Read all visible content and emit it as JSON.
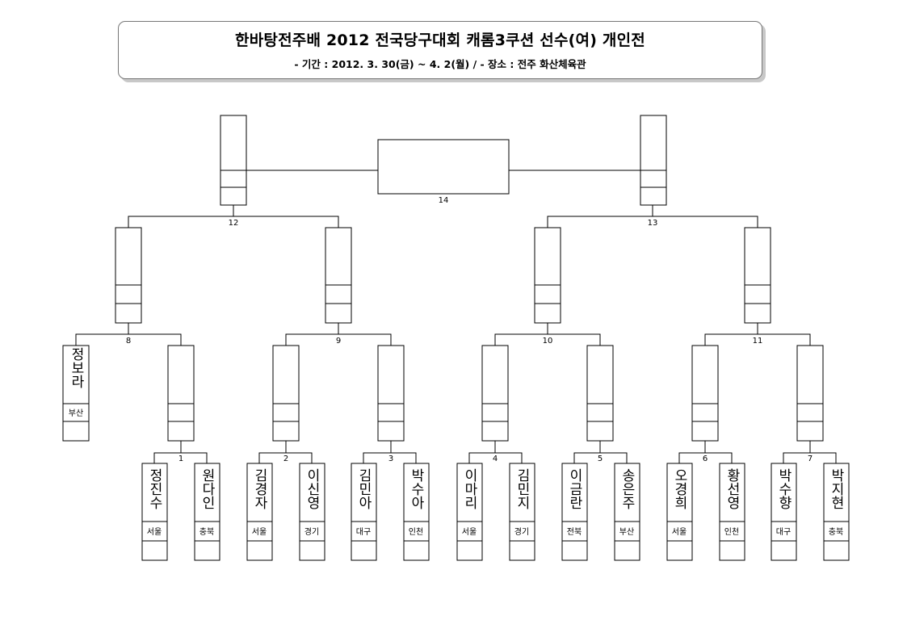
{
  "header": {
    "title": "한바탕전주배 2012 전국당구대회 캐롬3쿠션 선수(여) 개인전",
    "subtitle": "- 기간 : 2012. 3. 30(금) ~ 4. 2(월)  /  - 장소 : 전주 화산체육관"
  },
  "players": [
    {
      "id": "bye",
      "name": "정보라",
      "region": "부산"
    },
    {
      "id": "p1a",
      "name": "정진수",
      "region": "서울"
    },
    {
      "id": "p1b",
      "name": "원다인",
      "region": "충북"
    },
    {
      "id": "p2a",
      "name": "김경자",
      "region": "서울"
    },
    {
      "id": "p2b",
      "name": "이신영",
      "region": "경기"
    },
    {
      "id": "p3a",
      "name": "김민아",
      "region": "대구"
    },
    {
      "id": "p3b",
      "name": "박수아",
      "region": "인천"
    },
    {
      "id": "p4a",
      "name": "이마리",
      "region": "서울"
    },
    {
      "id": "p4b",
      "name": "김민지",
      "region": "경기"
    },
    {
      "id": "p5a",
      "name": "이금란",
      "region": "전북"
    },
    {
      "id": "p5b",
      "name": "송은주",
      "region": "부산"
    },
    {
      "id": "p6a",
      "name": "오경희",
      "region": "서울"
    },
    {
      "id": "p6b",
      "name": "황선영",
      "region": "인천"
    },
    {
      "id": "p7a",
      "name": "박수향",
      "region": "대구"
    },
    {
      "id": "p7b",
      "name": "박지현",
      "region": "충북"
    }
  ],
  "matches": {
    "m1": "1",
    "m2": "2",
    "m3": "3",
    "m4": "4",
    "m5": "5",
    "m6": "6",
    "m7": "7",
    "m8": "8",
    "m9": "9",
    "m10": "10",
    "m11": "11",
    "m12": "12",
    "m13": "13",
    "m14": "14"
  },
  "colors": {
    "line": "#000000",
    "box_fill": "#ffffff",
    "header_shadow": "#c8c8c8"
  }
}
